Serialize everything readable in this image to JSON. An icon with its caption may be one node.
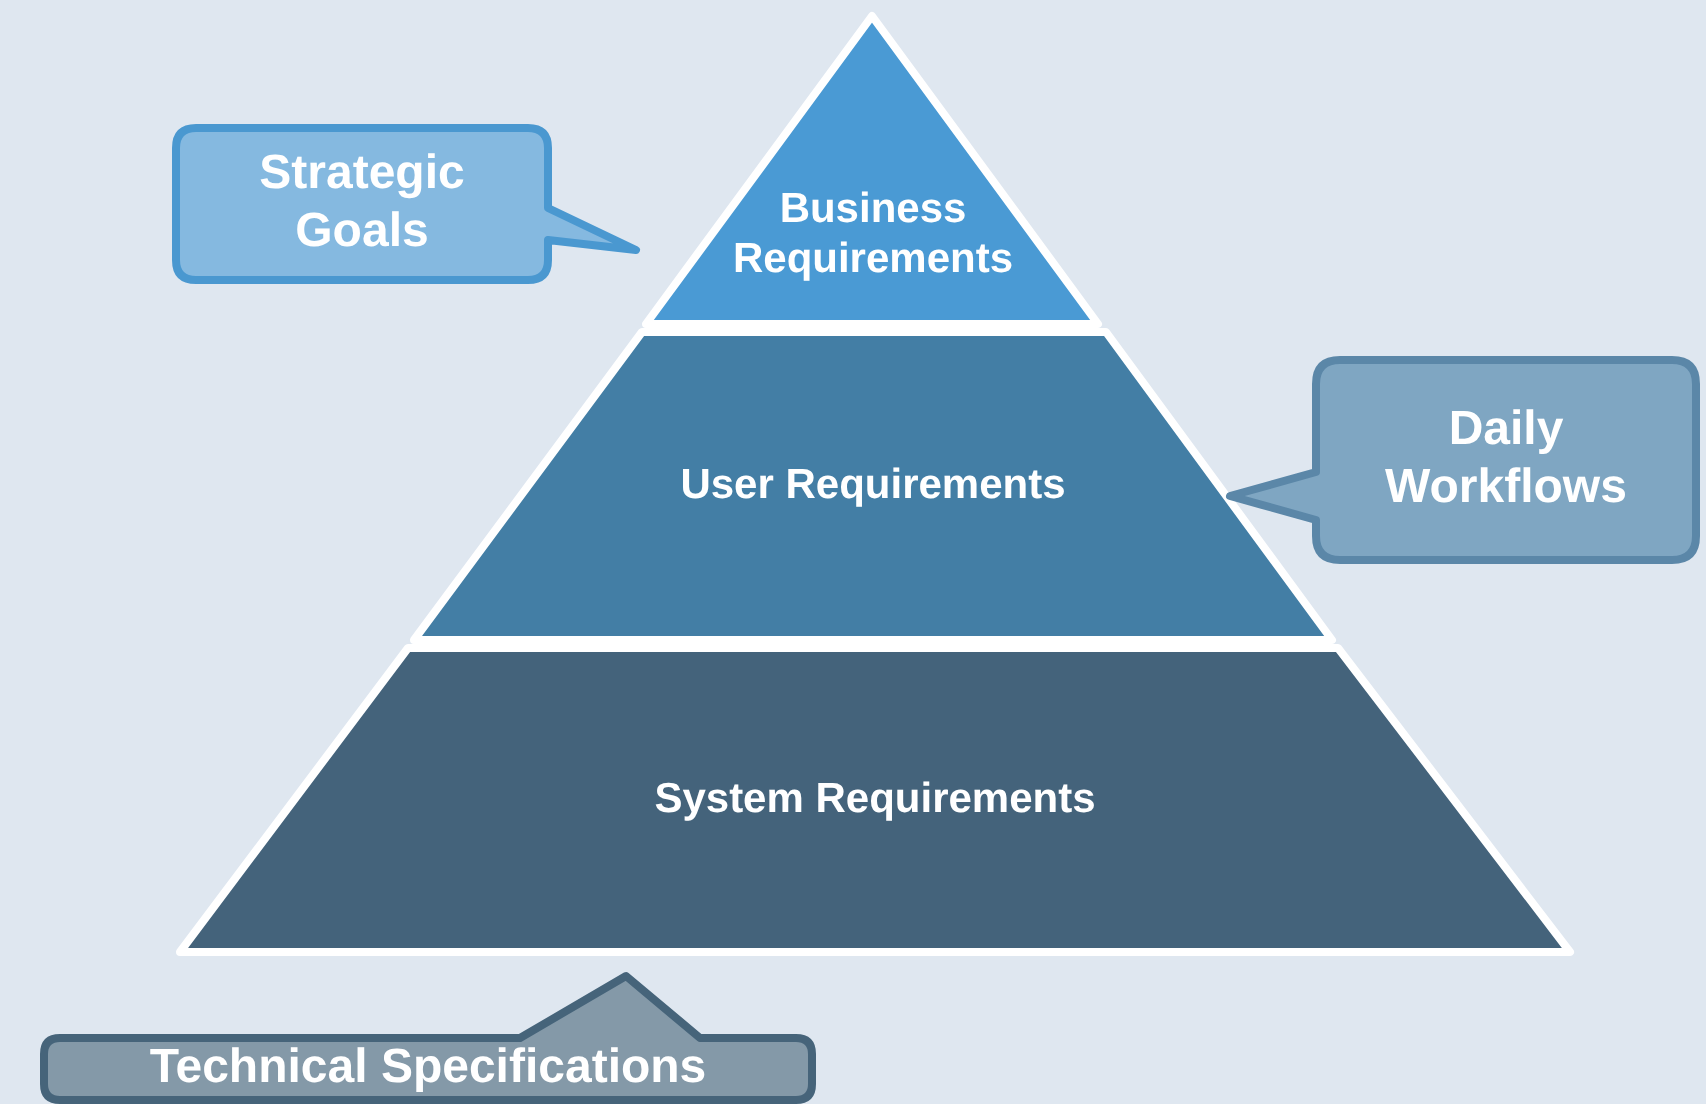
{
  "diagram": {
    "nodes": [
      {
        "text": [
          "Business Requirements"
        ]
      },
      {
        "text": [
          "User Requirements"
        ]
      },
      {
        "text": [
          "System Requirements"
        ]
      },
      {
        "text": [
          "Strategic Goals"
        ]
      },
      {
        "text": [
          "Daily Workflows"
        ]
      },
      {
        "text": [
          "Technical Specifications"
        ]
      }
    ]
  }
}
